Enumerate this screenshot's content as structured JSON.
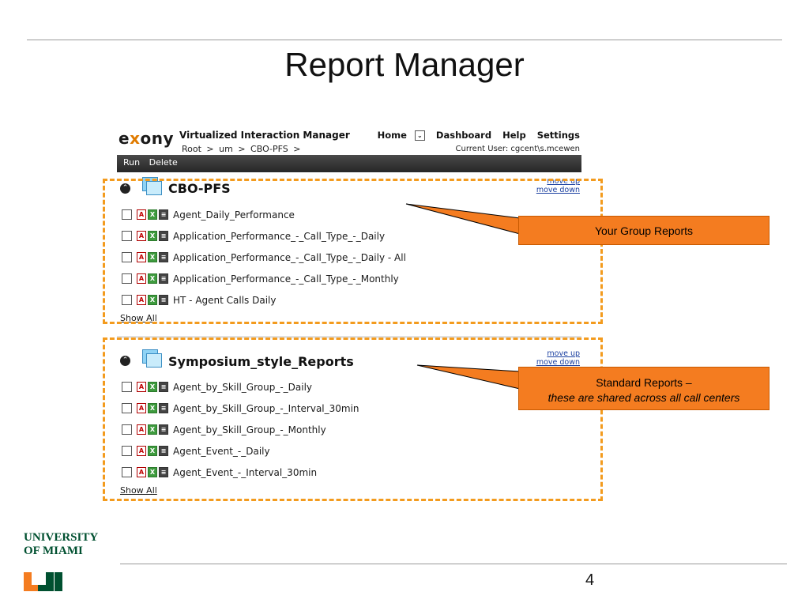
{
  "slide": {
    "title": "Report Manager",
    "page_number": "4",
    "footer": {
      "line1": "UNIVERSITY",
      "line2": "OF MIAMI"
    },
    "colors": {
      "accent_orange": "#f47c20",
      "um_green": "#005030",
      "dash_orange": "#f39b1e"
    }
  },
  "app": {
    "brand": {
      "prefix": "e",
      "x": "x",
      "suffix": "ony"
    },
    "title": "Virtualized Interaction Manager",
    "breadcrumb": [
      "Root",
      ">",
      "um",
      ">",
      "CBO-PFS",
      ">"
    ],
    "nav": {
      "home": "Home",
      "dashboard": "Dashboard",
      "help": "Help",
      "settings": "Settings"
    },
    "current_user": "Current User: cgcent\\s.mcewen",
    "toolbar": {
      "run": "Run",
      "delete": "Delete"
    }
  },
  "sections": [
    {
      "title": "CBO-PFS",
      "move_up": "move up",
      "move_down": "move down",
      "show_all": "Show All",
      "reports": [
        "Agent_Daily_Performance",
        "Application_Performance_-_Call_Type_-_Daily",
        "Application_Performance_-_Call_Type_-_Daily - All",
        "Application_Performance_-_Call_Type_-_Monthly",
        "HT - Agent Calls Daily"
      ]
    },
    {
      "title": "Symposium_style_Reports",
      "move_up": "move up",
      "move_down": "move down",
      "show_all": "Show All",
      "reports": [
        "Agent_by_Skill_Group_-_Daily",
        "Agent_by_Skill_Group_-_Interval_30min",
        "Agent_by_Skill_Group_-_Monthly",
        "Agent_Event_-_Daily",
        "Agent_Event_-_Interval_30min"
      ]
    }
  ],
  "callouts": {
    "group": "Your Group Reports",
    "standard_line1": "Standard Reports –",
    "standard_line2": "these are shared across all call centers"
  },
  "icons": {
    "file_types": [
      "pdf-icon",
      "excel-icon",
      "document-icon"
    ],
    "folder": "folder-icon",
    "collapse": "collapse-up-icon"
  }
}
